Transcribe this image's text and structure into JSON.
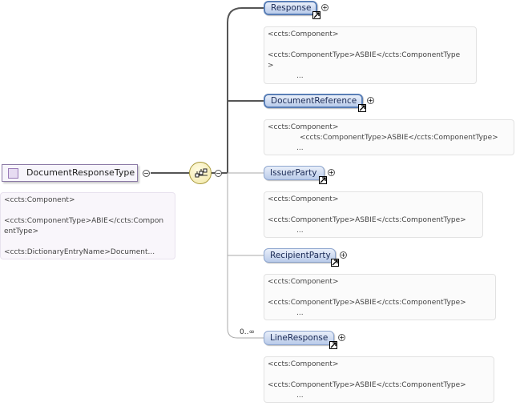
{
  "root": {
    "name": "DocumentResponseType",
    "annotation": [
      "<ccts:Component>",
      "<ccts:ComponentType>ABIE</ccts:Compon",
      "entType>",
      "<ccts:DictionaryEntryName>Document..."
    ]
  },
  "sequence_icon": "sequence-compositor-icon",
  "collapse_symbol": "−",
  "expand_symbol": "+",
  "elements": [
    {
      "name": "Response",
      "annotation": [
        "<ccts:Component>",
        "<ccts:ComponentType>ASBIE</ccts:ComponentType",
        ">",
        "..."
      ]
    },
    {
      "name": "DocumentReference",
      "annotation": [
        "<ccts:Component>",
        "<ccts:ComponentType>ASBIE</ccts:ComponentType>",
        "..."
      ]
    },
    {
      "name": "IssuerParty",
      "annotation": [
        "<ccts:Component>",
        "<ccts:ComponentType>ASBIE</ccts:ComponentType>",
        "..."
      ]
    },
    {
      "name": "RecipientParty",
      "annotation": [
        "<ccts:Component>",
        "<ccts:ComponentType>ASBIE</ccts:ComponentType>",
        "..."
      ]
    },
    {
      "name": "LineResponse",
      "cardinality": "0..∞",
      "annotation": [
        "<ccts:Component>",
        "<ccts:ComponentType>ASBIE</ccts:ComponentType>",
        "..."
      ]
    }
  ]
}
